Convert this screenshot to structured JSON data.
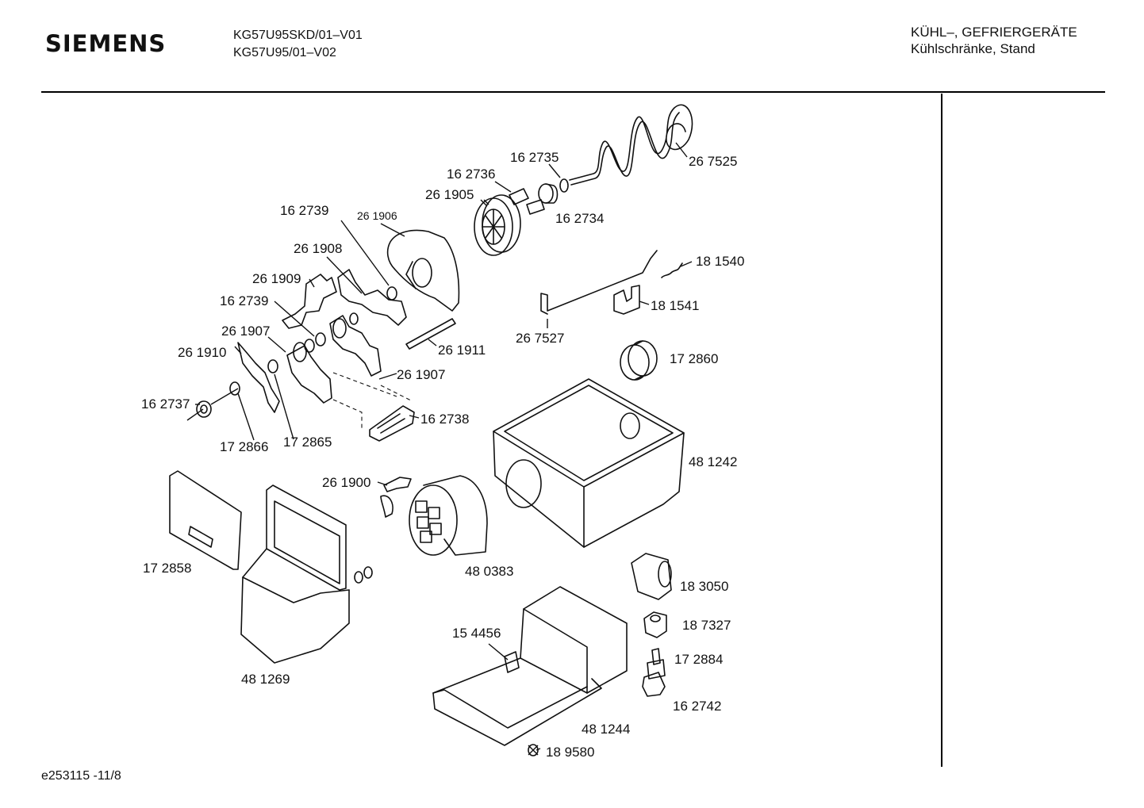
{
  "header": {
    "brand": "SIEMENS",
    "model_line_1": "KG57U95SKD/01–V01",
    "model_line_2": "KG57U95/01–V02",
    "category_line_1": "KÜHL–, GEFRIERGERÄTE",
    "category_line_2": "Kühlschränke, Stand"
  },
  "footer": {
    "drawing_code": "e253115 -11/8"
  },
  "parts": [
    {
      "id": "267525",
      "label": "26 7525"
    },
    {
      "id": "162735",
      "label": "16 2735"
    },
    {
      "id": "162736",
      "label": "16 2736"
    },
    {
      "id": "261905",
      "label": "26 1905"
    },
    {
      "id": "162734",
      "label": "16 2734"
    },
    {
      "id": "162739a",
      "label": "16 2739"
    },
    {
      "id": "261906",
      "label": "26 1906"
    },
    {
      "id": "261908",
      "label": "26 1908"
    },
    {
      "id": "261909",
      "label": "26 1909"
    },
    {
      "id": "162739b",
      "label": "16 2739"
    },
    {
      "id": "261907a",
      "label": "26 1907"
    },
    {
      "id": "261910",
      "label": "26 1910"
    },
    {
      "id": "162737",
      "label": "16 2737"
    },
    {
      "id": "172866",
      "label": "17 2866"
    },
    {
      "id": "172865",
      "label": "17 2865"
    },
    {
      "id": "261911",
      "label": "26 1911"
    },
    {
      "id": "261907b",
      "label": "26 1907"
    },
    {
      "id": "162738",
      "label": "16 2738"
    },
    {
      "id": "181540",
      "label": "18 1540"
    },
    {
      "id": "181541",
      "label": "18 1541"
    },
    {
      "id": "267527",
      "label": "26 7527"
    },
    {
      "id": "172860",
      "label": "17 2860"
    },
    {
      "id": "481242",
      "label": "48 1242"
    },
    {
      "id": "261900",
      "label": "26 1900"
    },
    {
      "id": "480383",
      "label": "48 0383"
    },
    {
      "id": "172858",
      "label": "17 2858"
    },
    {
      "id": "481269",
      "label": "48 1269"
    },
    {
      "id": "183050",
      "label": "18 3050"
    },
    {
      "id": "187327",
      "label": "18 7327"
    },
    {
      "id": "154456",
      "label": "15 4456"
    },
    {
      "id": "172884",
      "label": "17 2884"
    },
    {
      "id": "162742",
      "label": "16 2742"
    },
    {
      "id": "481244",
      "label": "48 1244"
    },
    {
      "id": "189580",
      "label": "18 9580"
    }
  ]
}
